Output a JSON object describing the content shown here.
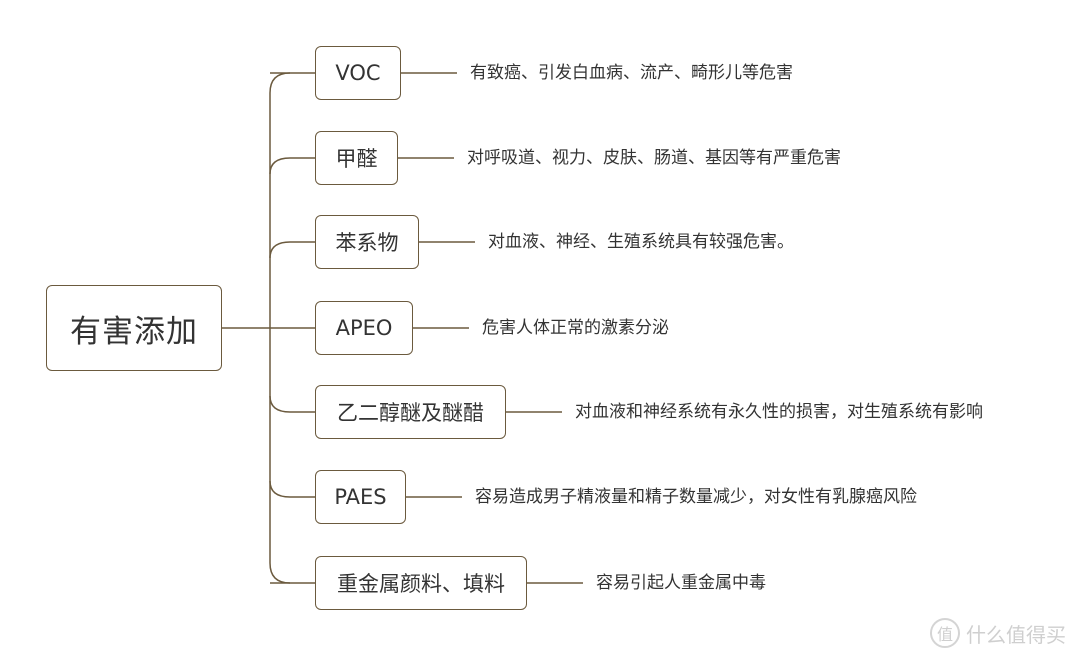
{
  "root": {
    "label": "有害添加"
  },
  "branches": [
    {
      "label": "VOC",
      "description": "有致癌、引发白血病、流产、畸形儿等危害"
    },
    {
      "label": "甲醛",
      "description": "对呼吸道、视力、皮肤、肠道、基因等有严重危害"
    },
    {
      "label": "苯系物",
      "description": "对血液、神经、生殖系统具有较强危害。"
    },
    {
      "label": "APEO",
      "description": "危害人体正常的激素分泌"
    },
    {
      "label": "乙二醇醚及醚醋",
      "description": "对血液和神经系统有永久性的损害，对生殖系统有影响"
    },
    {
      "label": "PAES",
      "description": "容易造成男子精液量和精子数量减少，对女性有乳腺癌风险"
    },
    {
      "label": "重金属颜料、填料",
      "description": "容易引起人重金属中毒"
    }
  ],
  "watermark": {
    "text": "什么值得买",
    "icon": "smzdm-logo-icon"
  },
  "colors": {
    "line": "#6b5a3e",
    "text": "#333333"
  }
}
